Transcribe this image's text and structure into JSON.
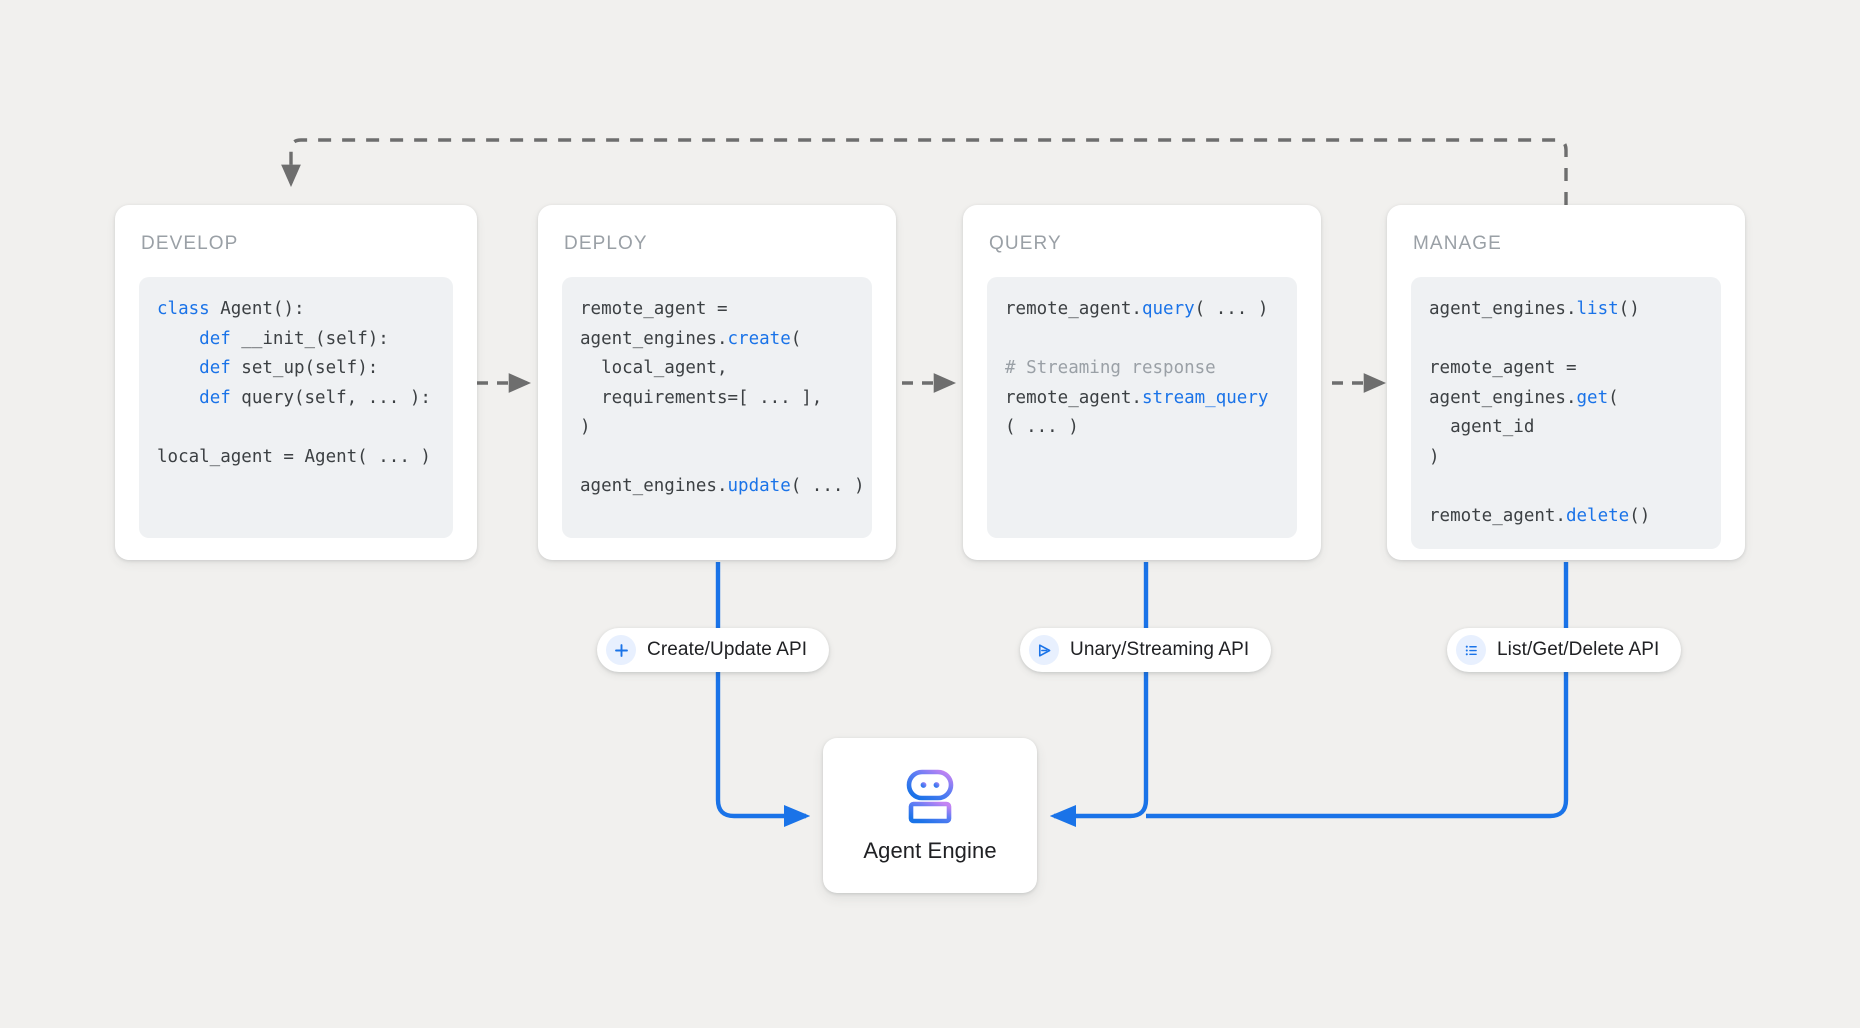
{
  "canvas": {
    "background": "#f1f0ee",
    "accent_blue": "#1a73e8",
    "arrow_gray": "#6e6e6e",
    "code_bg": "#eff1f3",
    "title_gray": "#9aa0a6"
  },
  "stages": [
    {
      "id": "develop",
      "title": "DEVELOP",
      "code_lines": [
        [
          {
            "t": "class",
            "c": "kw"
          },
          {
            "t": " Agent():",
            "c": ""
          }
        ],
        [
          {
            "t": "    ",
            "c": ""
          },
          {
            "t": "def",
            "c": "kw"
          },
          {
            "t": " __init_(self):",
            "c": ""
          }
        ],
        [
          {
            "t": "    ",
            "c": ""
          },
          {
            "t": "def",
            "c": "kw"
          },
          {
            "t": " set_up(self):",
            "c": ""
          }
        ],
        [
          {
            "t": "    ",
            "c": ""
          },
          {
            "t": "def",
            "c": "kw"
          },
          {
            "t": " query(self, ... ):",
            "c": ""
          }
        ],
        [
          {
            "t": "",
            "c": ""
          }
        ],
        [
          {
            "t": "local_agent = Agent( ... )",
            "c": ""
          }
        ]
      ]
    },
    {
      "id": "deploy",
      "title": "DEPLOY",
      "code_lines": [
        [
          {
            "t": "remote_agent =",
            "c": ""
          }
        ],
        [
          {
            "t": "agent_engines.",
            "c": ""
          },
          {
            "t": "create",
            "c": "fn"
          },
          {
            "t": "(",
            "c": ""
          }
        ],
        [
          {
            "t": "  local_agent,",
            "c": ""
          }
        ],
        [
          {
            "t": "  requirements=[ ... ],",
            "c": ""
          }
        ],
        [
          {
            "t": ")",
            "c": ""
          }
        ],
        [
          {
            "t": "",
            "c": ""
          }
        ],
        [
          {
            "t": "agent_engines.",
            "c": ""
          },
          {
            "t": "update",
            "c": "fn"
          },
          {
            "t": "( ... )",
            "c": ""
          }
        ]
      ]
    },
    {
      "id": "query",
      "title": "QUERY",
      "code_lines": [
        [
          {
            "t": "remote_agent.",
            "c": ""
          },
          {
            "t": "query",
            "c": "fn"
          },
          {
            "t": "( ... )",
            "c": ""
          }
        ],
        [
          {
            "t": "",
            "c": ""
          }
        ],
        [
          {
            "t": "# Streaming response",
            "c": "cm"
          }
        ],
        [
          {
            "t": "remote_agent.",
            "c": ""
          },
          {
            "t": "stream_query",
            "c": "fn"
          }
        ],
        [
          {
            "t": "( ... )",
            "c": ""
          }
        ]
      ]
    },
    {
      "id": "manage",
      "title": "MANAGE",
      "code_lines": [
        [
          {
            "t": "agent_engines.",
            "c": ""
          },
          {
            "t": "list",
            "c": "fn"
          },
          {
            "t": "()",
            "c": ""
          }
        ],
        [
          {
            "t": "",
            "c": ""
          }
        ],
        [
          {
            "t": "remote_agent =",
            "c": ""
          }
        ],
        [
          {
            "t": "agent_engines.",
            "c": ""
          },
          {
            "t": "get",
            "c": "fn"
          },
          {
            "t": "(",
            "c": ""
          }
        ],
        [
          {
            "t": "  agent_id",
            "c": ""
          }
        ],
        [
          {
            "t": ")",
            "c": ""
          }
        ],
        [
          {
            "t": "",
            "c": ""
          }
        ],
        [
          {
            "t": "remote_agent.",
            "c": ""
          },
          {
            "t": "delete",
            "c": "fn"
          },
          {
            "t": "()",
            "c": ""
          }
        ]
      ]
    }
  ],
  "api_pills": [
    {
      "id": "create-update",
      "label": "Create/Update API",
      "icon": "plus-icon"
    },
    {
      "id": "unary-streaming",
      "label": "Unary/Streaming API",
      "icon": "send-triangle-icon"
    },
    {
      "id": "list-get-delete",
      "label": "List/Get/Delete API",
      "icon": "list-icon"
    }
  ],
  "agent_engine": {
    "label": "Agent Engine",
    "icon": "robot-icon",
    "icon_gradient_from": "#b07cf0",
    "icon_gradient_to": "#1a73e8"
  },
  "connectors": {
    "stage_flow_style": "dashed-arrow",
    "feedback_loop_style": "dashed-arrow",
    "api_line_style": "solid-blue-arrow"
  }
}
